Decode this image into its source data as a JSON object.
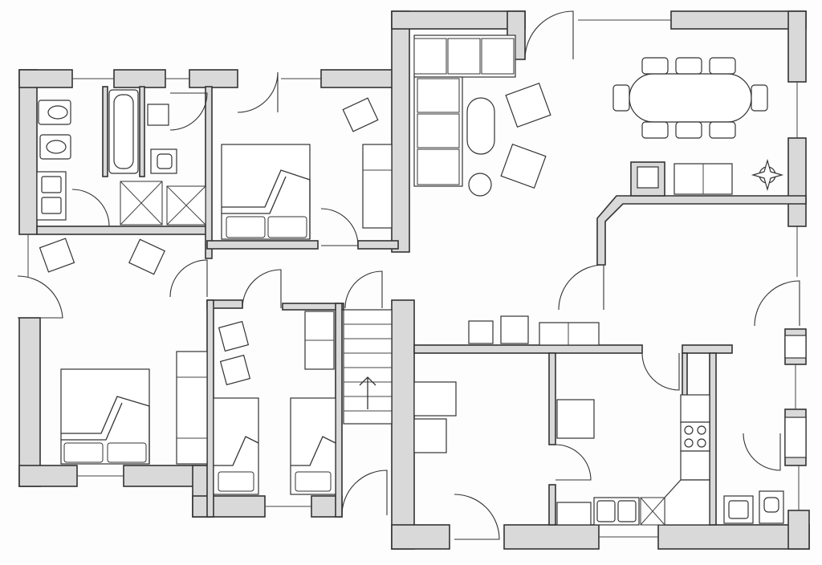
{
  "diagram": {
    "type": "floor-plan",
    "rooms": [
      "bathroom",
      "bedroom",
      "bedroom",
      "bedroom",
      "hallway",
      "stairs",
      "living-room",
      "dining-area",
      "kitchen",
      "utility",
      "wc"
    ],
    "colors": {
      "wall": "#d9d9d9",
      "line": "#333333",
      "background": "#fdfdfd"
    },
    "icons": [
      "bathtub-icon",
      "toilet-icon",
      "sink-icon",
      "shower-icon",
      "bed-icon",
      "sofa-icon",
      "armchair-icon",
      "table-icon",
      "chair-icon",
      "stove-icon",
      "plant-icon",
      "door-icon",
      "window-icon",
      "stair-arrow-icon"
    ]
  }
}
